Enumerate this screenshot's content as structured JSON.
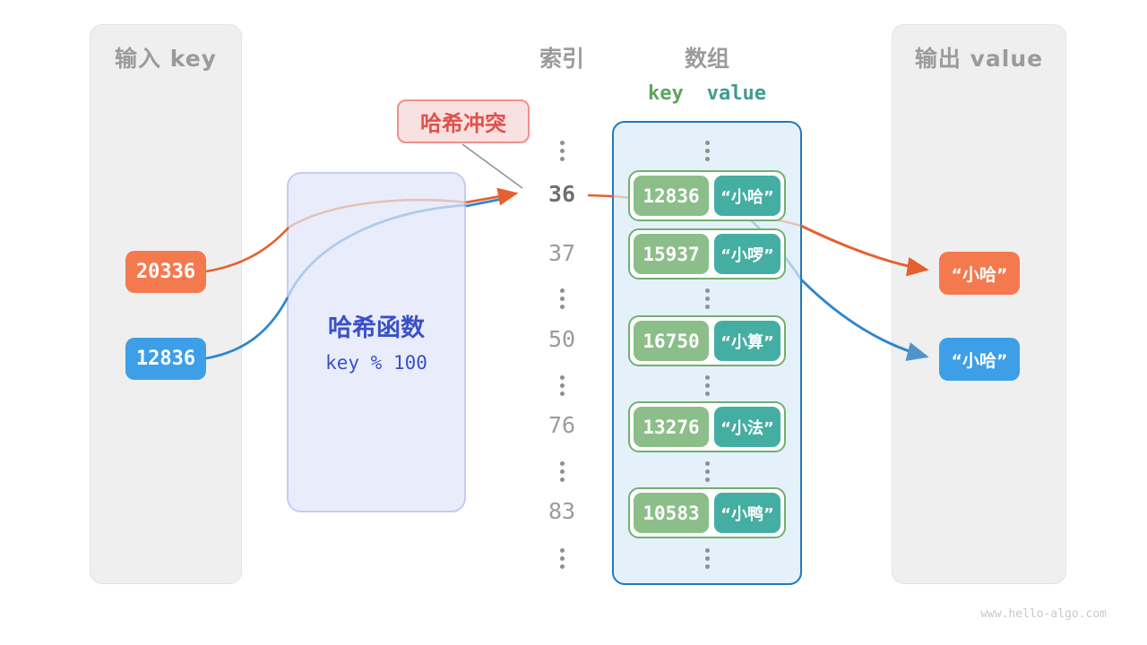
{
  "left_panel": {
    "title": "输入 key",
    "keys": [
      {
        "value": "20336",
        "color": "orange"
      },
      {
        "value": "12836",
        "color": "blue"
      }
    ]
  },
  "hash_box": {
    "title": "哈希函数",
    "formula": "key % 100"
  },
  "collision_label": "哈希冲突",
  "index_column": {
    "title": "索引",
    "values": [
      "36",
      "37",
      "50",
      "76",
      "83"
    ]
  },
  "array_panel": {
    "title": "数组",
    "key_header": "key",
    "value_header": "value",
    "rows": [
      {
        "key": "12836",
        "value": "“小哈”"
      },
      {
        "key": "15937",
        "value": "“小啰”"
      },
      {
        "key": "16750",
        "value": "“小算”"
      },
      {
        "key": "13276",
        "value": "“小法”"
      },
      {
        "key": "10583",
        "value": "“小鸭”"
      }
    ]
  },
  "right_panel": {
    "title": "输出 value",
    "outputs": [
      {
        "value": "“小哈”",
        "color": "orange"
      },
      {
        "value": "“小哈”",
        "color": "blue"
      }
    ]
  },
  "watermark": "www.hello-algo.com",
  "colors": {
    "orange": "#f4794f",
    "blue": "#3d9fe8",
    "orange_line": "#e5602e",
    "blue_line": "#2f87cc",
    "key_green": "#8cbe8a",
    "value_teal": "#45aea2",
    "panel_border_blue": "#1e7ac2",
    "hash_text": "#3a50c8",
    "collision_red": "#e0514b"
  }
}
